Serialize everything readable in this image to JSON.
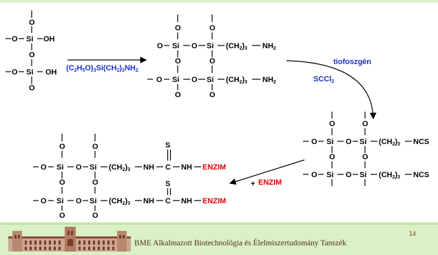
{
  "scheme": {
    "atoms": {
      "o": "O",
      "si": "Si",
      "oh": "OH",
      "s": "S",
      "c": "C",
      "nh": "NH",
      "nh2": "NH",
      "sub2": "2",
      "ch2": "(CH",
      "ch2_tail": ")",
      "sub3": "3",
      "ncs": "NCS",
      "enzim": "ENZIM"
    },
    "reagent1": {
      "part1": "(C",
      "sub_a": "2",
      "part2": "H",
      "sub_b": "5",
      "part3": "O)",
      "sub_c": "3",
      "part4": "Si(CH",
      "sub_d": "2",
      "part5": ")",
      "sub_e": "3",
      "part6": "NH",
      "sub_f": "2"
    },
    "reagent2": {
      "name": "tiofoszgén",
      "formula": "SCCl",
      "formula_sub": "2"
    },
    "reagent3": {
      "plus": "+",
      "name": "ENZIM"
    }
  },
  "footer": {
    "institution": "BME Alkalmazott Biotechnológia és Élelmiszertudomány Tanszék",
    "page_number": "14"
  },
  "colors": {
    "footer_bg": "#d9f1c4",
    "reagent_blue": "#1a2fbf",
    "enzim_red": "#e00000"
  }
}
